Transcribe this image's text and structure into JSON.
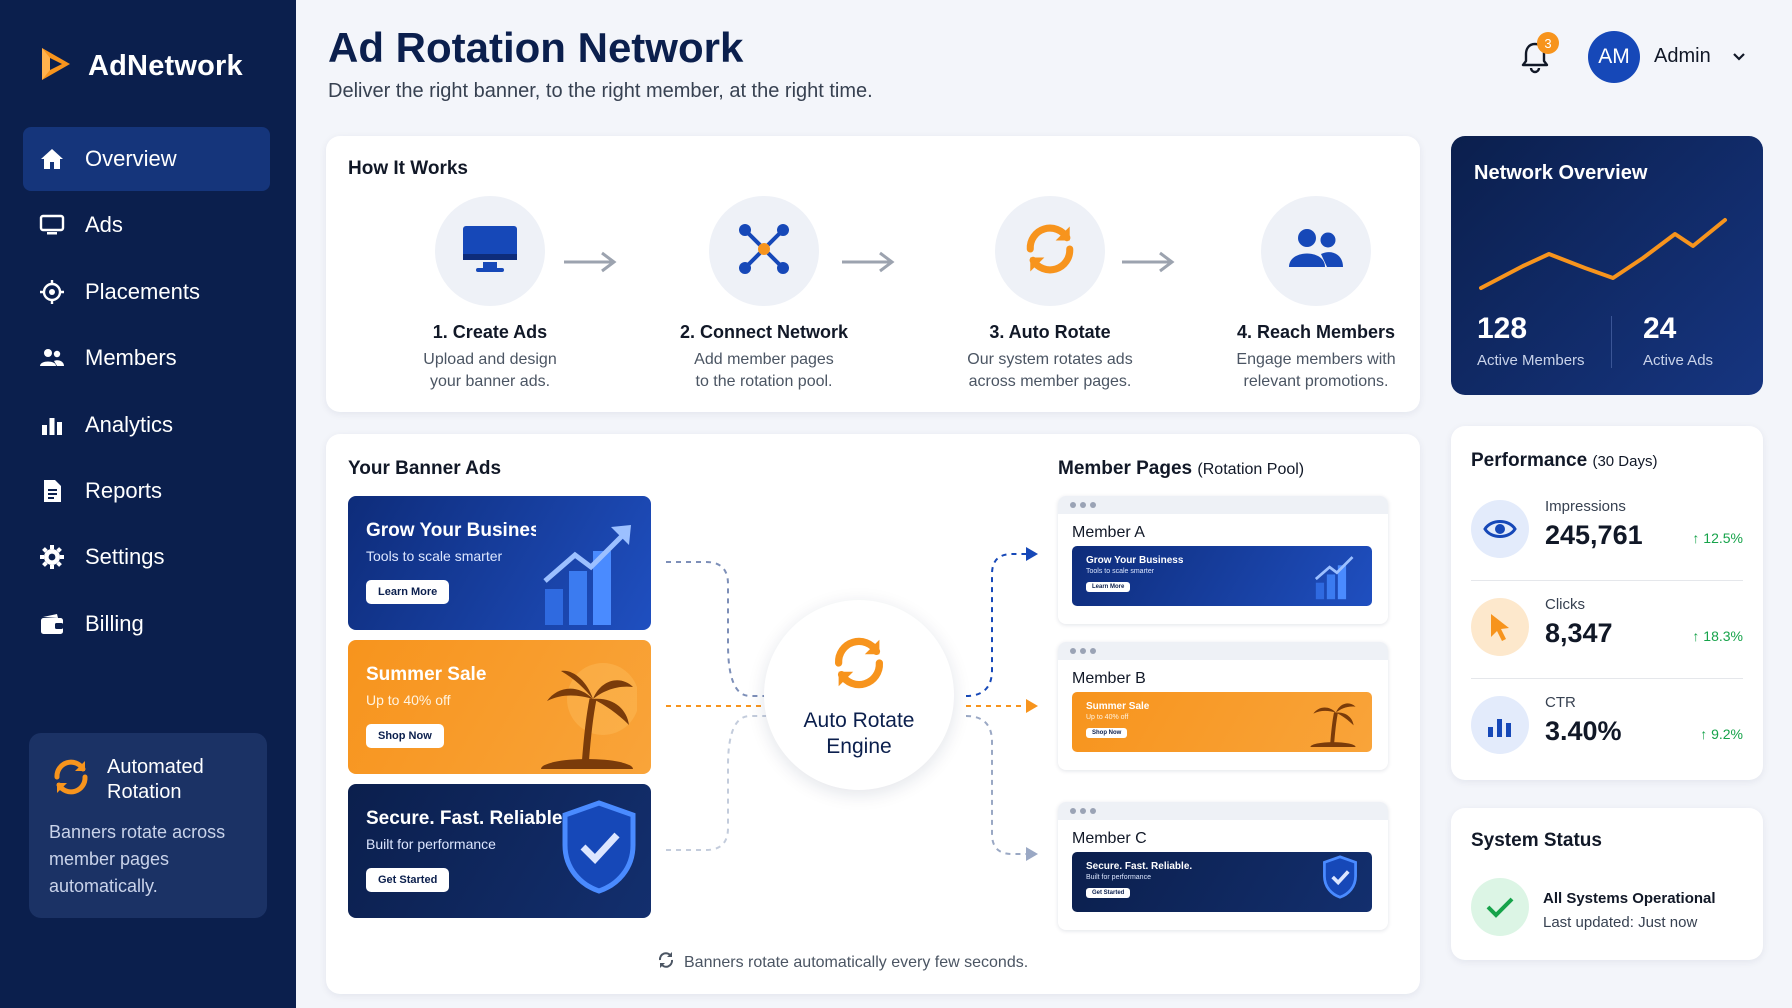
{
  "brand": {
    "name": "AdNetwork"
  },
  "sidebar": {
    "items": [
      {
        "label": "Overview",
        "icon": "home-icon",
        "active": true
      },
      {
        "label": "Ads",
        "icon": "monitor-icon"
      },
      {
        "label": "Placements",
        "icon": "target-icon"
      },
      {
        "label": "Members",
        "icon": "users-icon"
      },
      {
        "label": "Analytics",
        "icon": "bar-chart-icon"
      },
      {
        "label": "Reports",
        "icon": "document-icon"
      },
      {
        "label": "Settings",
        "icon": "gear-icon"
      },
      {
        "label": "Billing",
        "icon": "wallet-icon"
      }
    ],
    "auto_card": {
      "title": "Automated Rotation",
      "desc": "Banners rotate across member pages automatically."
    }
  },
  "header": {
    "title": "Ad Rotation Network",
    "subtitle": "Deliver the right banner, to the right member, at the right time.",
    "notifications": "3",
    "avatar_initials": "AM",
    "user_name": "Admin"
  },
  "how": {
    "title": "How It Works",
    "steps": [
      {
        "name": "1. Create Ads",
        "desc1": "Upload and design",
        "desc2": "your banner ads."
      },
      {
        "name": "2. Connect Network",
        "desc1": "Add member pages",
        "desc2": "to the rotation pool."
      },
      {
        "name": "3. Auto Rotate",
        "desc1": "Our system rotates ads",
        "desc2": "across member pages."
      },
      {
        "name": "4. Reach Members",
        "desc1": "Engage members with",
        "desc2": "relevant promotions."
      }
    ]
  },
  "rotation": {
    "banners_title": "Your Banner Ads",
    "banners": [
      {
        "title": "Grow Your Business",
        "sub": "Tools to scale smarter",
        "button": "Learn More"
      },
      {
        "title": "Summer Sale",
        "sub": "Up to 40% off",
        "button": "Shop Now"
      },
      {
        "title": "Secure. Fast. Reliable.",
        "sub": "Built for performance",
        "button": "Get Started"
      }
    ],
    "engine_line1": "Auto Rotate",
    "engine_line2": "Engine",
    "members_title": "Member Pages",
    "members_title_note": "(Rotation Pool)",
    "members": [
      {
        "name": "Member A"
      },
      {
        "name": "Member B"
      },
      {
        "name": "Member C"
      }
    ],
    "note": "Banners rotate automatically every few seconds."
  },
  "network": {
    "title": "Network Overview",
    "active_members": "128",
    "active_members_label": "Active Members",
    "active_ads": "24",
    "active_ads_label": "Active Ads"
  },
  "performance": {
    "title": "Performance",
    "period": "(30 Days)",
    "metrics": [
      {
        "label": "Impressions",
        "value": "245,761",
        "change": "12.5%"
      },
      {
        "label": "Clicks",
        "value": "8,347",
        "change": "18.3%"
      },
      {
        "label": "CTR",
        "value": "3.40%",
        "change": "9.2%"
      }
    ]
  },
  "system": {
    "title": "System Status",
    "status": "All Systems Operational",
    "updated": "Last updated: Just now"
  },
  "colors": {
    "navy": "#0b1f4d",
    "accent_blue": "#1648b8",
    "orange": "#f7941d",
    "green": "#16a34a"
  }
}
